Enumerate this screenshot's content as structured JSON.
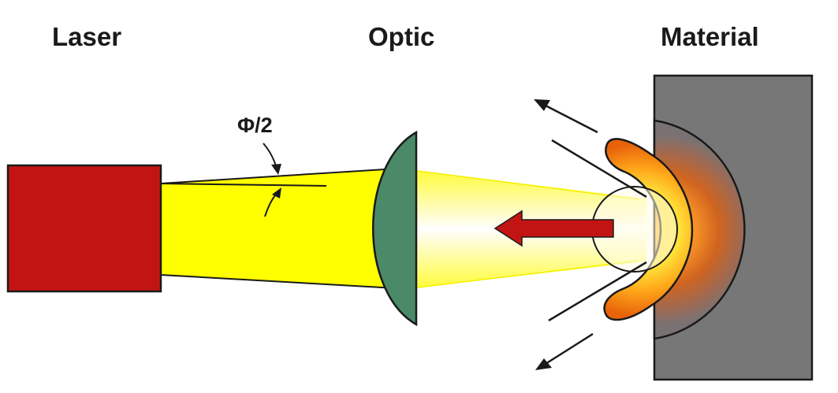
{
  "labels": {
    "laser": "Laser",
    "optic": "Optic",
    "material": "Material",
    "half_angle": "Φ/2"
  },
  "colors": {
    "laser_body": "#c31414",
    "beam": "#ffff00",
    "lens": "#4a8a68",
    "material_block": "#767676",
    "melt_outer": "#e8620a",
    "ejection_arrow": "#c31414",
    "outline": "#1a1a1a"
  },
  "icons": {
    "ejection_arrow": "arrow-left-icon",
    "spatter_arrows": "arrow-icon"
  }
}
